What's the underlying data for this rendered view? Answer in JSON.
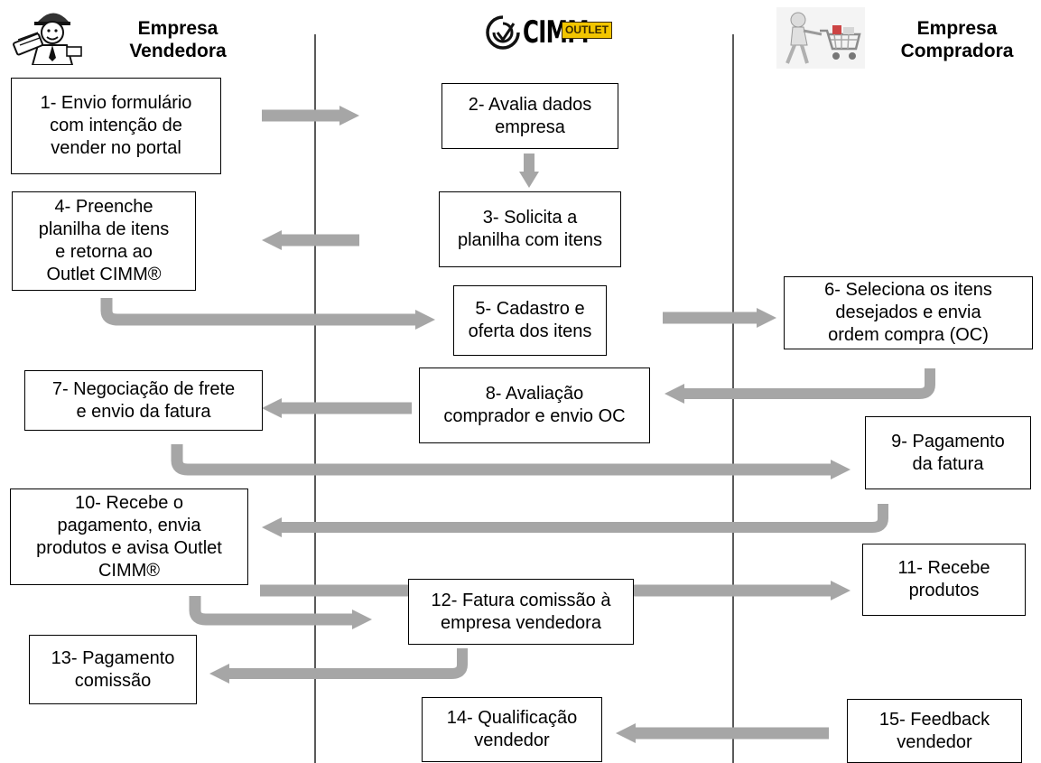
{
  "header": {
    "seller_title": [
      "Empresa",
      "Vendedora"
    ],
    "buyer_title": [
      "Empresa",
      "Compradora"
    ],
    "logo_text": "CIMM",
    "logo_badge": "OUTLET"
  },
  "steps": [
    {
      "id": 1,
      "lines": [
        "1- Envio formulário",
        "com intenção de",
        "vender no portal"
      ]
    },
    {
      "id": 2,
      "lines": [
        "2- Avalia dados",
        "empresa"
      ]
    },
    {
      "id": 3,
      "lines": [
        "3- Solicita a",
        "planilha com itens"
      ]
    },
    {
      "id": 4,
      "lines": [
        "4- Preenche",
        "planilha de itens",
        "e retorna ao",
        "Outlet CIMM®"
      ]
    },
    {
      "id": 5,
      "lines": [
        "5- Cadastro e",
        "oferta dos itens"
      ]
    },
    {
      "id": 6,
      "lines": [
        "6- Seleciona os itens",
        "desejados e envia",
        "ordem compra (OC)"
      ]
    },
    {
      "id": 7,
      "lines": [
        "7- Negociação de frete",
        "e envio da fatura"
      ]
    },
    {
      "id": 8,
      "lines": [
        "8- Avaliação",
        "comprador e envio OC"
      ]
    },
    {
      "id": 9,
      "lines": [
        "9- Pagamento",
        "da fatura"
      ]
    },
    {
      "id": 10,
      "lines": [
        "10- Recebe o",
        "pagamento, envia",
        "produtos e avisa Outlet",
        "CIMM®"
      ]
    },
    {
      "id": 11,
      "lines": [
        "11- Recebe",
        "produtos"
      ]
    },
    {
      "id": 12,
      "lines": [
        "12- Fatura comissão à",
        "empresa vendedora"
      ]
    },
    {
      "id": 13,
      "lines": [
        "13- Pagamento",
        "comissão"
      ]
    },
    {
      "id": 14,
      "lines": [
        "14- Qualificação",
        "vendedor"
      ]
    },
    {
      "id": 15,
      "lines": [
        "15- Feedback",
        "vendedor"
      ]
    }
  ],
  "colors": {
    "arrow": "#a6a6a6",
    "divider": "#000000",
    "box_border": "#000000",
    "logo_badge": "#f2c500"
  },
  "icons": {
    "seller": "salesman-illustration-icon",
    "buyer": "person-pushing-shopping-cart-icon",
    "logo": "cimm-outlet-logo"
  }
}
